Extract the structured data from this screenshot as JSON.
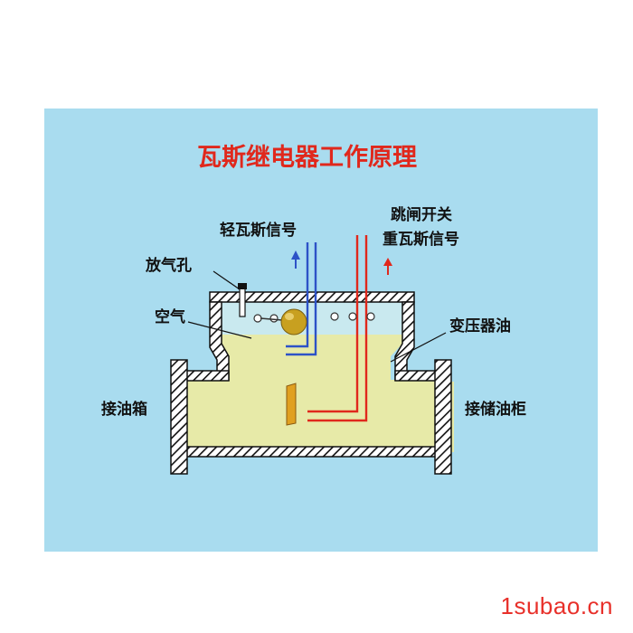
{
  "title": "瓦斯继电器工作原理",
  "labels": {
    "light_gas_signal": "轻瓦斯信号",
    "trip_switch": "跳闸开关",
    "heavy_gas_signal": "重瓦斯信号",
    "vent_hole": "放气孔",
    "air": "空气",
    "transformer_oil": "变压器油",
    "to_oil_tank": "接油箱",
    "to_conservator": "接储油柜"
  },
  "watermark": "1subao.cn",
  "colors": {
    "panel_bg": "#a9dcef",
    "oil": "#e7eaa8",
    "air": "#c9e9ef",
    "wall": "#ffffff",
    "wall_hatch": "#111111",
    "red_wire": "#e0281c",
    "blue_wire": "#2d52c7",
    "float": "#c8a020",
    "baffle": "#e0a020",
    "title": "#e0281c",
    "watermark": "#e8302a"
  }
}
